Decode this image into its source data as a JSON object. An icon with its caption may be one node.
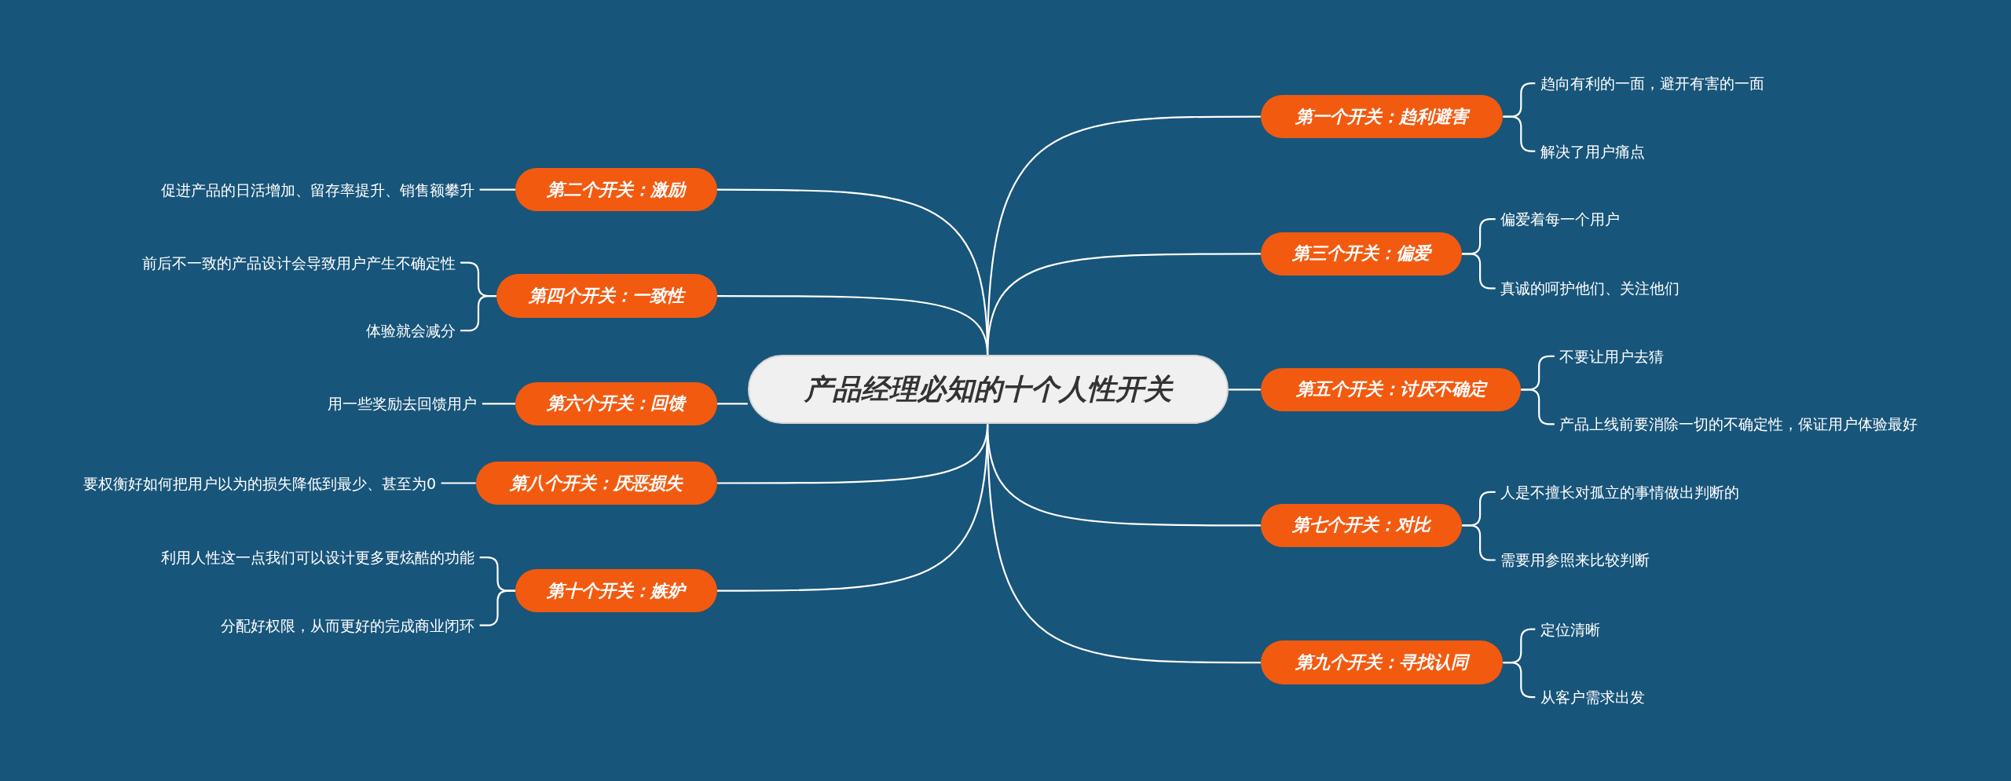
{
  "diagram": {
    "nodes": [
      {
        "text": [
          "产品经理必知的十个人性开关"
        ]
      },
      {
        "text": [
          "第一个开关：趋利避害"
        ]
      },
      {
        "text": [
          "趋向有利的一面，避开有害的一面"
        ]
      },
      {
        "text": [
          "解决了用户痛点"
        ]
      },
      {
        "text": [
          "第二个开关：激励"
        ]
      },
      {
        "text": [
          "促进产品的日活增加、留存率提升、销售额攀升"
        ]
      },
      {
        "text": [
          "第三个开关：偏爱"
        ]
      },
      {
        "text": [
          "偏爱着每一个用户"
        ]
      },
      {
        "text": [
          "真诚的呵护他们、关注他们"
        ]
      },
      {
        "text": [
          "第四个开关：一致性"
        ]
      },
      {
        "text": [
          "前后不一致的产品设计会导致用户产生不确定性"
        ]
      },
      {
        "text": [
          "体验就会减分"
        ]
      },
      {
        "text": [
          "第五个开关：讨厌不确定"
        ]
      },
      {
        "text": [
          "不要让用户去猜"
        ]
      },
      {
        "text": [
          "产品上线前要消除一切的不确定性，保证用户体验最好"
        ]
      },
      {
        "text": [
          "第六个开关：回馈"
        ]
      },
      {
        "text": [
          "用一些奖励去回馈用户"
        ]
      },
      {
        "text": [
          "第七个开关：对比"
        ]
      },
      {
        "text": [
          "人是不擅长对孤立的事情做出判断的"
        ]
      },
      {
        "text": [
          "需要用参照来比较判断"
        ]
      },
      {
        "text": [
          "第八个开关：厌恶损失"
        ]
      },
      {
        "text": [
          "要权衡好如何把用户以为的损失降低到最少、甚至为0"
        ]
      },
      {
        "text": [
          "第九个开关：寻找认同"
        ]
      },
      {
        "text": [
          "定位清晰"
        ]
      },
      {
        "text": [
          "从客户需求出发"
        ]
      },
      {
        "text": [
          "第十个开关：嫉妒"
        ]
      },
      {
        "text": [
          "利用人性这一点我们可以设计更多更炫酷的功能"
        ]
      },
      {
        "text": [
          "分配好权限，从而更好的完成商业闭环"
        ]
      }
    ],
    "edges": [
      {
        "from": 0,
        "to": 1,
        "arrow": "none"
      },
      {
        "from": 1,
        "to": 2,
        "arrow": "none"
      },
      {
        "from": 1,
        "to": 3,
        "arrow": "none"
      },
      {
        "from": 0,
        "to": 4,
        "arrow": "none"
      },
      {
        "from": 4,
        "to": 5,
        "arrow": "none"
      },
      {
        "from": 0,
        "to": 6,
        "arrow": "none"
      },
      {
        "from": 6,
        "to": 7,
        "arrow": "none"
      },
      {
        "from": 6,
        "to": 8,
        "arrow": "none"
      },
      {
        "from": 0,
        "to": 9,
        "arrow": "none"
      },
      {
        "from": 9,
        "to": 10,
        "arrow": "none"
      },
      {
        "from": 9,
        "to": 11,
        "arrow": "none"
      },
      {
        "from": 0,
        "to": 12,
        "arrow": "none"
      },
      {
        "from": 12,
        "to": 13,
        "arrow": "none"
      },
      {
        "from": 12,
        "to": 14,
        "arrow": "none"
      },
      {
        "from": 0,
        "to": 15,
        "arrow": "none"
      },
      {
        "from": 15,
        "to": 16,
        "arrow": "none"
      },
      {
        "from": 0,
        "to": 17,
        "arrow": "none"
      },
      {
        "from": 17,
        "to": 18,
        "arrow": "none"
      },
      {
        "from": 17,
        "to": 19,
        "arrow": "none"
      },
      {
        "from": 0,
        "to": 20,
        "arrow": "none"
      },
      {
        "from": 20,
        "to": 21,
        "arrow": "none"
      },
      {
        "from": 0,
        "to": 22,
        "arrow": "none"
      },
      {
        "from": 22,
        "to": 23,
        "arrow": "none"
      },
      {
        "from": 22,
        "to": 24,
        "arrow": "none"
      },
      {
        "from": 0,
        "to": 25,
        "arrow": "none"
      },
      {
        "from": 25,
        "to": 26,
        "arrow": "none"
      },
      {
        "from": 25,
        "to": 27,
        "arrow": "none"
      }
    ]
  }
}
